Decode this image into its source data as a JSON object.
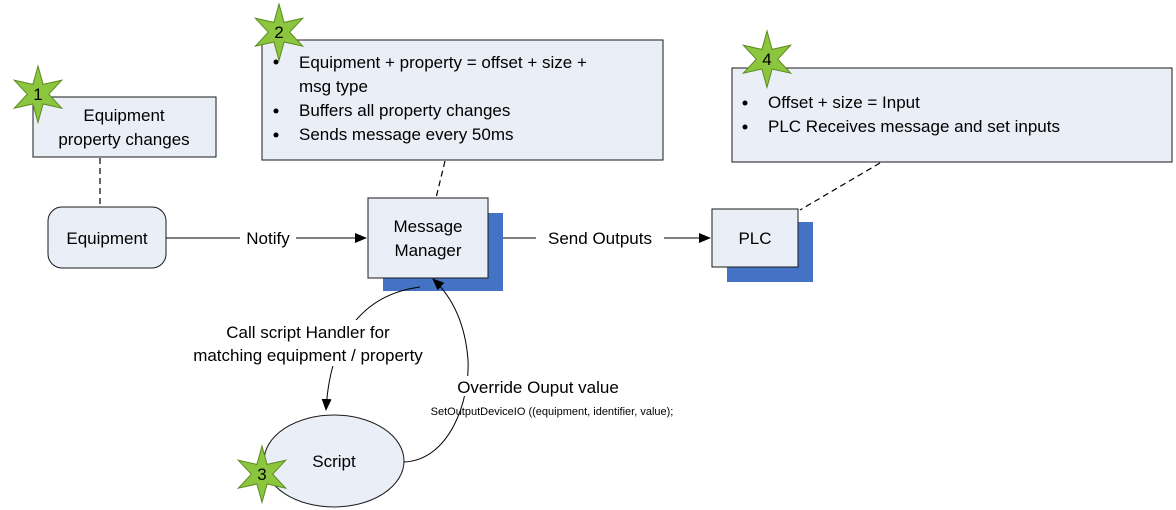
{
  "stars": [
    "1",
    "2",
    "3",
    "4"
  ],
  "note1": {
    "lines": [
      "Equipment",
      "property changes"
    ]
  },
  "note2": {
    "bullets": [
      "Equipment + property = offset + size +",
      "msg type",
      "Buffers all property changes",
      "Sends message every 50ms"
    ]
  },
  "note4": {
    "bullets": [
      "Offset + size = Input",
      "PLC Receives message and set inputs"
    ]
  },
  "nodes": {
    "equipment": "Equipment",
    "message_manager": [
      "Message",
      "Manager"
    ],
    "plc": "PLC",
    "script": "Script"
  },
  "edges": {
    "notify": "Notify",
    "send_outputs": "Send Outputs",
    "call_script": [
      "Call script Handler for",
      "matching equipment / property"
    ],
    "override": "Override Ouput value",
    "override_code": "SetOutputDeviceIO ((equipment, identifier, value);"
  },
  "colors": {
    "box_fill": "#eaeef6",
    "shadow": "#4472c4",
    "star": "#8cc63f"
  }
}
